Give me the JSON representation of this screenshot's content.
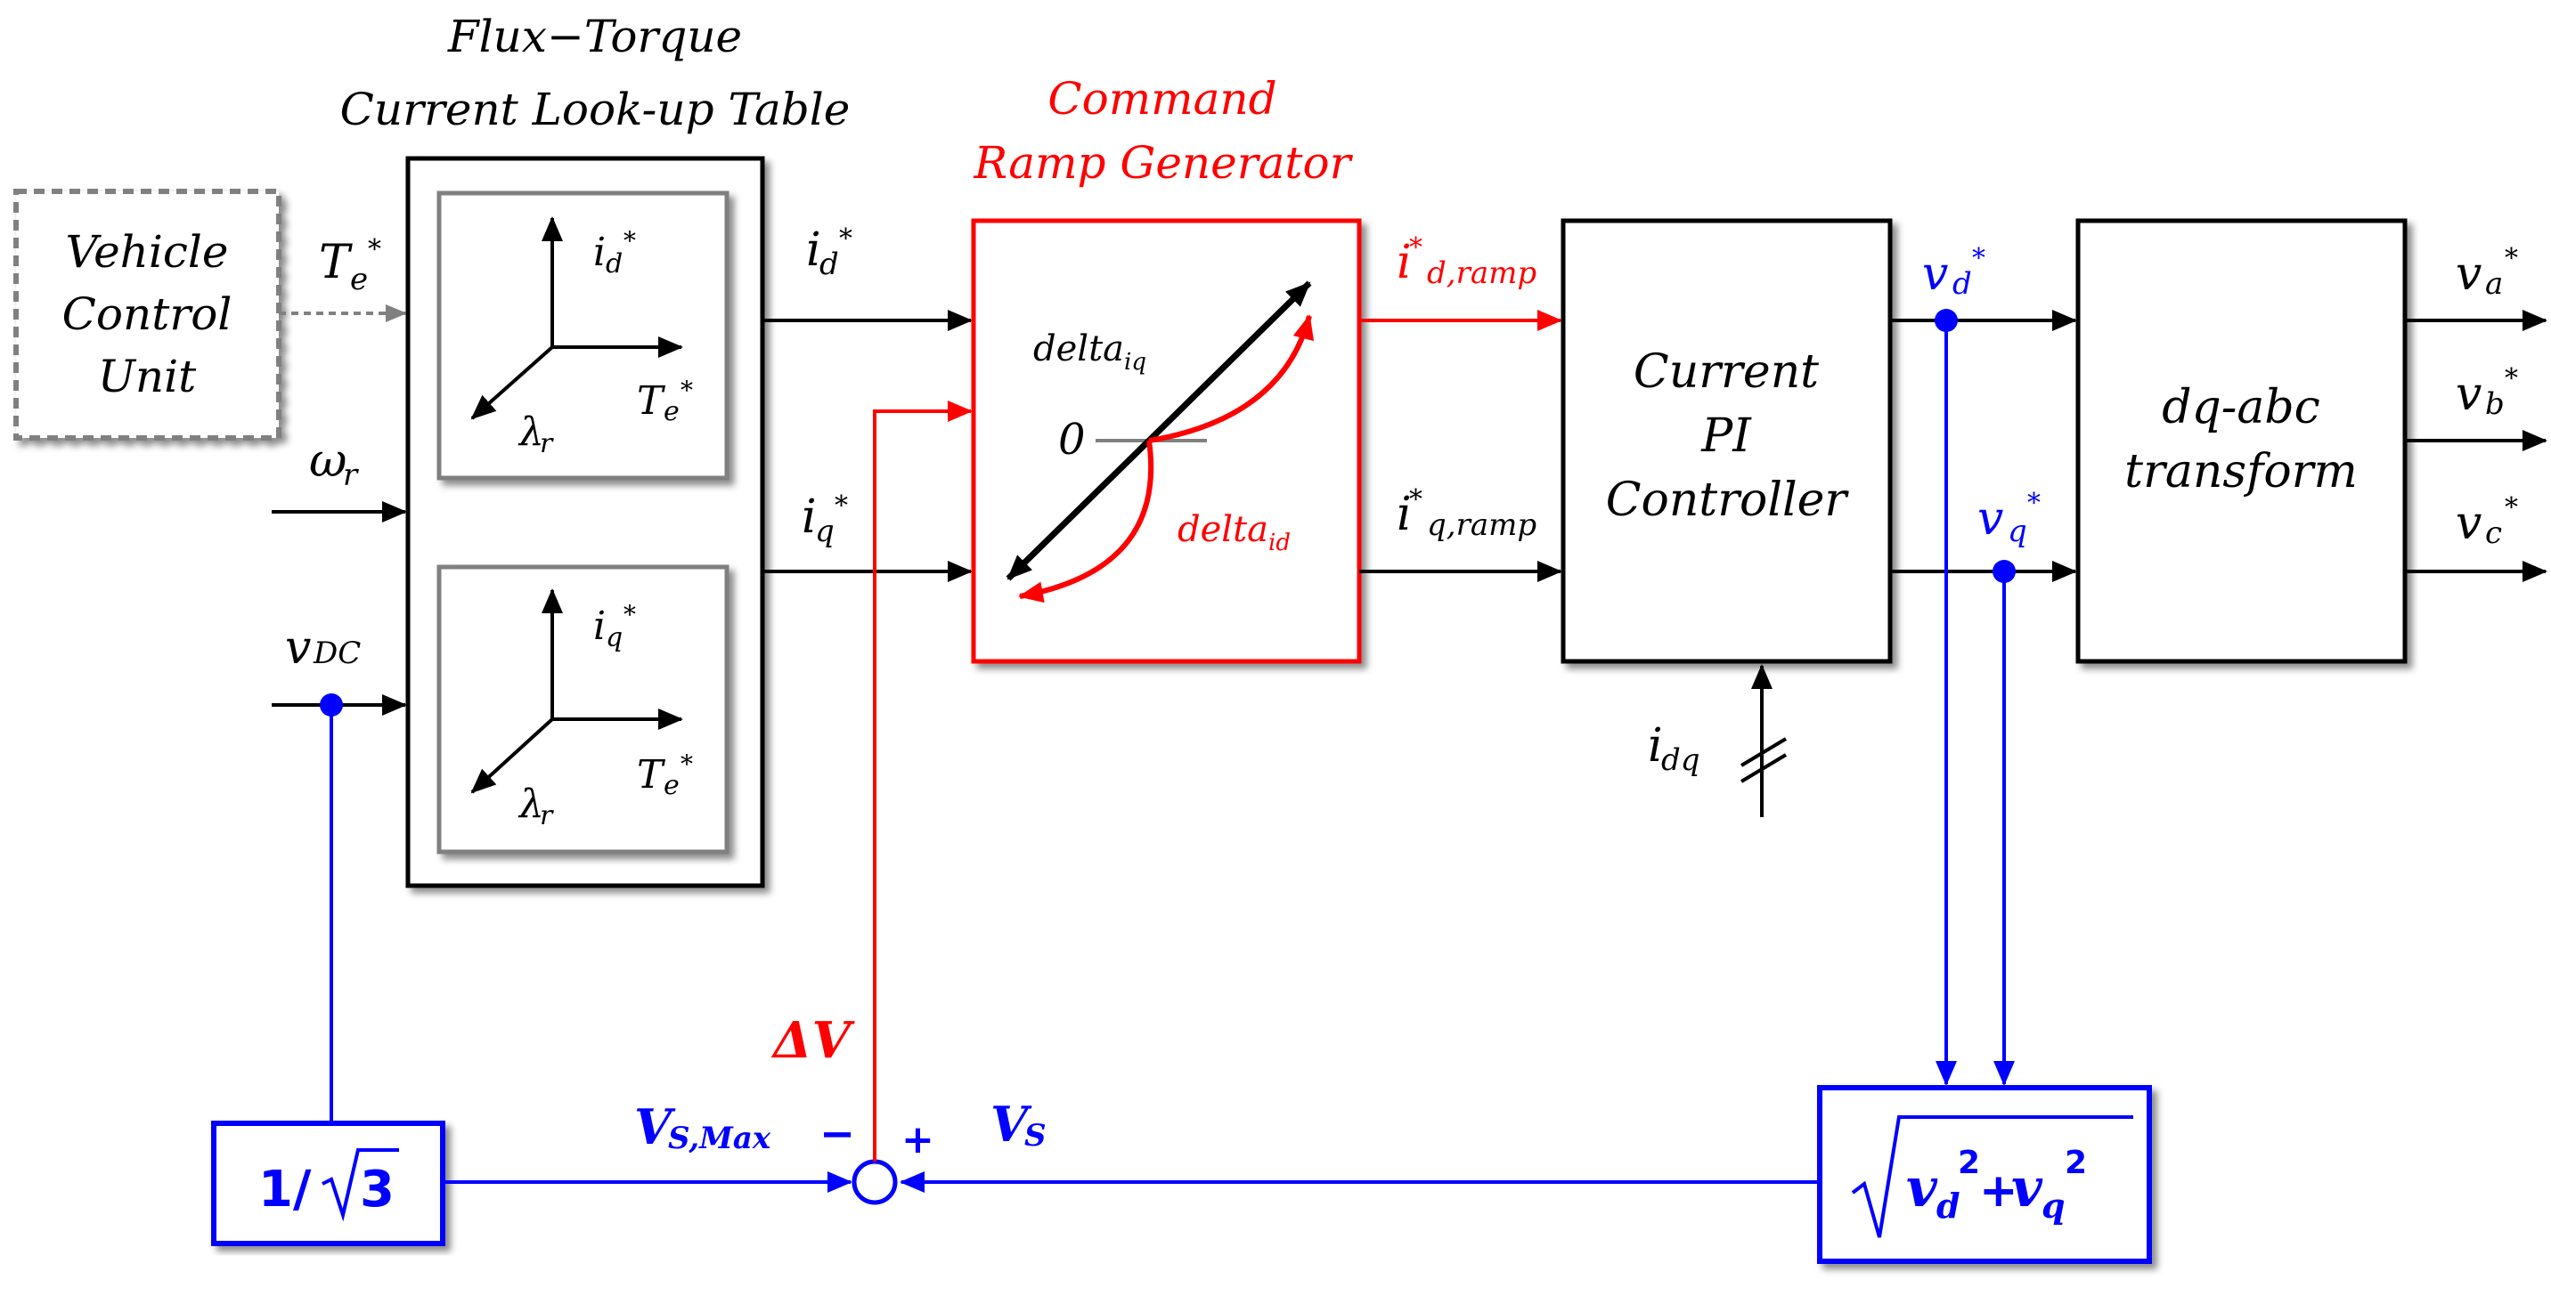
{
  "colors": {
    "black": "#000000",
    "red": "#ff0000",
    "blue": "#0000ff",
    "gray": "#808080"
  },
  "lut": {
    "title_line1": "Flux−Torque",
    "title_line2": "Current Look-up Table",
    "upper_axis_top": "i",
    "upper_axis_top_sub": "d",
    "lower_axis_top": "i",
    "lower_axis_top_sub": "q",
    "axis_right": "T",
    "axis_right_sub": "e",
    "axis_left": "λ",
    "axis_left_sub": "r",
    "star": "*"
  },
  "vcu": {
    "line1": "Vehicle",
    "line2": "Control",
    "line3": "Unit"
  },
  "inputs": {
    "te_star": "T",
    "te_sub": "e",
    "star": "*",
    "omega": "ω",
    "omega_sub": "r",
    "vdc": "v",
    "vdc_sub": "DC"
  },
  "signals": {
    "id_star": "i",
    "id_sub": "d",
    "iq_star": "i",
    "iq_sub": "q",
    "id_ramp": "i",
    "id_ramp_sub": "d,ramp",
    "iq_ramp": "i",
    "iq_ramp_sub": "q,ramp",
    "idq": "i",
    "idq_sub": "dq",
    "star": "*"
  },
  "ramp": {
    "title_line1": "Command",
    "title_line2": "Ramp Generator",
    "delta_iq": "delta",
    "delta_iq_sub": "iq",
    "delta_id": "delta",
    "delta_id_sub": "id",
    "zero": "0"
  },
  "pi": {
    "line1": "Current",
    "line2": "PI",
    "line3": "Controller"
  },
  "transform": {
    "line1": "dq-abc",
    "line2": "transform",
    "vd": "v",
    "vd_sub": "d",
    "vq": "v",
    "vq_sub": "q",
    "va": "v",
    "va_sub": "a",
    "vb": "v",
    "vb_sub": "b",
    "vc": "v",
    "vc_sub": "c",
    "star": "*"
  },
  "feedback": {
    "gain": "1/√3",
    "gain_num": "1/",
    "gain_den": "3",
    "vsmax": "V",
    "vsmax_sub": "S,Max",
    "vs": "V",
    "vs_sub": "S",
    "delta_v": "ΔV",
    "minus": "−",
    "plus": "+",
    "mag_vd": "v",
    "mag_vd_sub": "d",
    "mag_vq": "v",
    "mag_vq_sub": "q",
    "sq": "2",
    "plus_sign": "+"
  }
}
